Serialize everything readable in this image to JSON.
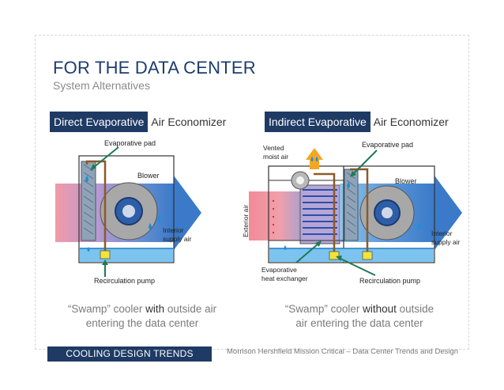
{
  "slide": {
    "title": "FOR THE DATA CENTER",
    "subtitle": "System Alternatives"
  },
  "left_panel": {
    "header_dark": "Direct Evaporative",
    "header_light": "Air Economizer",
    "labels": {
      "pad": "Evaporative pad",
      "blower": "Blower",
      "supply_1": "Interior",
      "supply_2": "supply air",
      "pump": "Recirculation pump"
    },
    "caption": {
      "line1_a": "“Swamp” cooler ",
      "line1_b": "with",
      "line1_c": " outside air",
      "line2": "entering the data center"
    }
  },
  "right_panel": {
    "header_dark": "Indirect Evaporative",
    "header_light": "Air Economizer",
    "labels": {
      "vented_1": "Vented",
      "vented_2": "moist air",
      "pad": "Evaporative pad",
      "blower": "Blower",
      "exterior": "Exterior air",
      "supply_1": "Interior",
      "supply_2": "supply air",
      "hx_1": "Evaporative",
      "hx_2": "heat exchanger",
      "pump": "Recirculation pump"
    },
    "caption": {
      "line1_a": "“Swamp” cooler ",
      "line1_b": "without",
      "line1_c": " outside",
      "line2": "air entering the data center"
    }
  },
  "footer": {
    "badge": "COOLING DESIGN TRENDS",
    "text": "Morrison Hershfield Mission Critical – Data Center Trends and Design"
  },
  "colors": {
    "navy": "#1f3a64",
    "title": "#1d3c6e",
    "air_blue": "#3a7ac8",
    "warm_pink": "#f08a9a",
    "water": "#3aa0e0",
    "pipe": "#8b5a2b",
    "pump": "#f2e33a",
    "arrow_green": "#1e7a55",
    "vent_orange": "#f5a623"
  }
}
